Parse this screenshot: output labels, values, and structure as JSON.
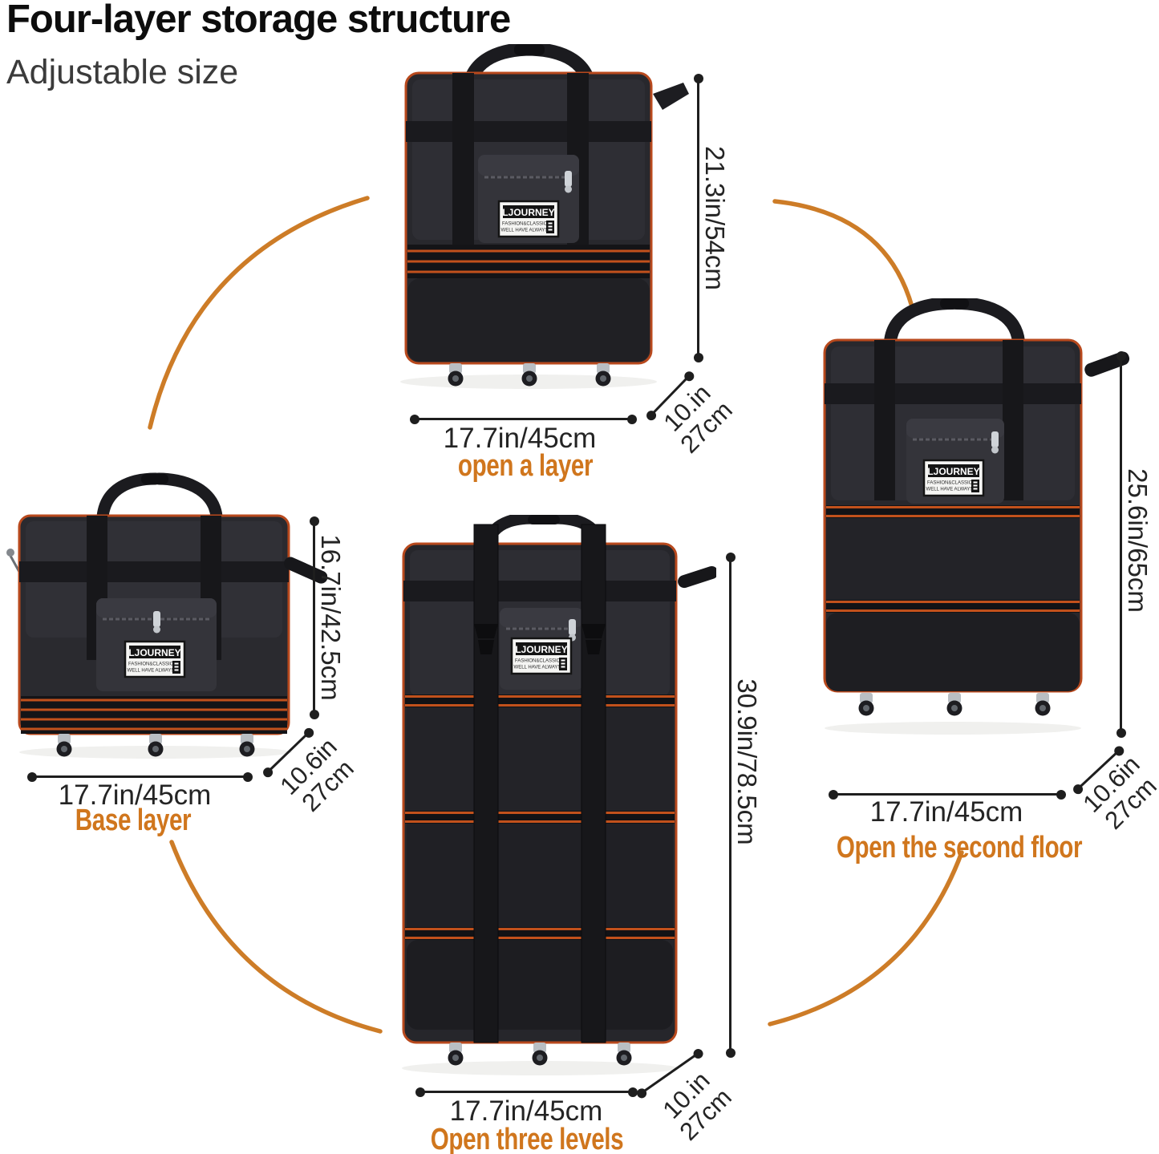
{
  "header": {
    "title": "Four-layer storage structure",
    "subtitle": "Adjustable size"
  },
  "brand_patch": {
    "line1": "LJOURNEY",
    "line2": "FASHION&CLASSIC",
    "line3": "WELL HAVE ALWAYS"
  },
  "bags": {
    "open_a_layer": {
      "caption": "open a layer",
      "width_label": "17.7in/45cm",
      "height_label": "21.3in/54cm",
      "depth_line1": "10.in",
      "depth_line2": "27cm"
    },
    "base_layer": {
      "caption": "Base layer",
      "width_label": "17.7in/45cm",
      "height_label": "16.7in/42.5cm",
      "depth_line1": "10.6in",
      "depth_line2": "27cm"
    },
    "open_second_floor": {
      "caption": "Open the second floor",
      "width_label": "17.7in/45cm",
      "height_label": "25.6in/65cm",
      "depth_line1": "10.6in",
      "depth_line2": "27cm"
    },
    "open_three_levels": {
      "caption": "Open three levels",
      "width_label": "17.7in/45cm",
      "height_label": "30.9in/78.5cm",
      "depth_line1": "10.in",
      "depth_line2": "27cm"
    }
  },
  "colors": {
    "arc_orange": "#cd7c27",
    "caption_orange": "#d0761d",
    "piping_orange": "#b8491d",
    "dimension_line": "#1e1e1e",
    "bag_body": "#28282d"
  }
}
